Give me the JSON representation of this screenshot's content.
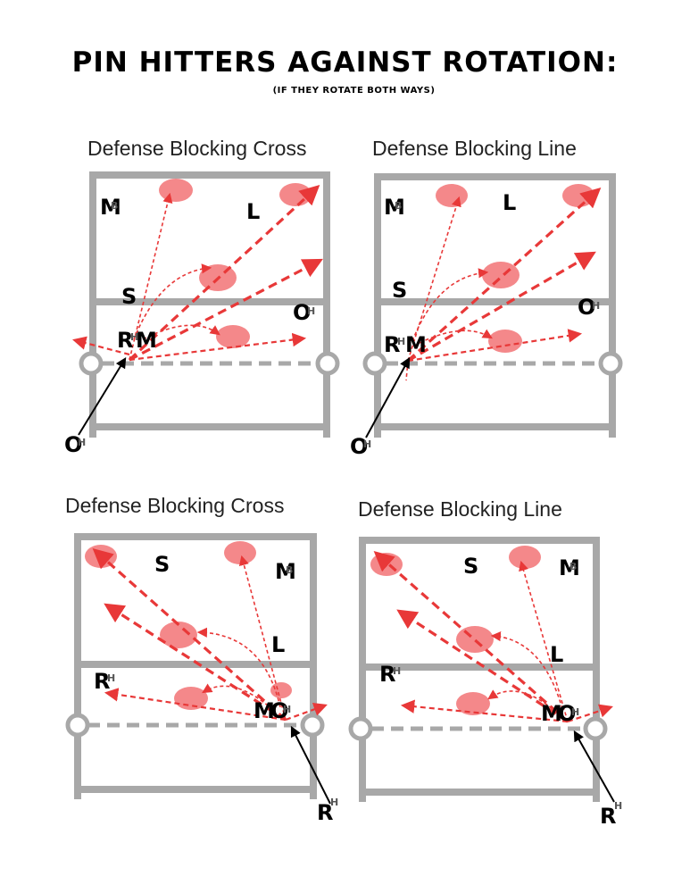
{
  "title": "PIN HITTERS AGAINST ROTATION:",
  "subtitle": "(IF THEY ROTATE BOTH WAYS)",
  "colors": {
    "court": "#a8a8a8",
    "arrow": "#e83838",
    "target": "#f4888a",
    "approach": "#000000"
  },
  "panels": [
    {
      "title": "Defense Blocking Cross",
      "players": [
        {
          "label": "M",
          "sub": "B"
        },
        {
          "label": "L",
          "sub": ""
        },
        {
          "label": "S",
          "sub": ""
        },
        {
          "label": "O",
          "sub": "H"
        },
        {
          "label": "R",
          "sub": "H"
        },
        {
          "label": "M",
          "sub": ""
        },
        {
          "label": "O",
          "sub": "H"
        }
      ]
    },
    {
      "title": "Defense Blocking Line",
      "players": [
        {
          "label": "M",
          "sub": "B"
        },
        {
          "label": "L",
          "sub": ""
        },
        {
          "label": "S",
          "sub": ""
        },
        {
          "label": "O",
          "sub": "H"
        },
        {
          "label": "R",
          "sub": "H"
        },
        {
          "label": "M",
          "sub": ""
        },
        {
          "label": "O",
          "sub": "H"
        }
      ]
    },
    {
      "title": "Defense Blocking Cross",
      "players": [
        {
          "label": "S",
          "sub": ""
        },
        {
          "label": "M",
          "sub": "B"
        },
        {
          "label": "L",
          "sub": ""
        },
        {
          "label": "R",
          "sub": "H"
        },
        {
          "label": "M",
          "sub": ""
        },
        {
          "label": "O",
          "sub": "H"
        },
        {
          "label": "R",
          "sub": "H"
        }
      ]
    },
    {
      "title": "Defense Blocking Line",
      "players": [
        {
          "label": "S",
          "sub": ""
        },
        {
          "label": "M",
          "sub": "B"
        },
        {
          "label": "L",
          "sub": ""
        },
        {
          "label": "R",
          "sub": "H"
        },
        {
          "label": "M",
          "sub": ""
        },
        {
          "label": "O",
          "sub": "H"
        },
        {
          "label": "R",
          "sub": "H"
        }
      ]
    }
  ]
}
